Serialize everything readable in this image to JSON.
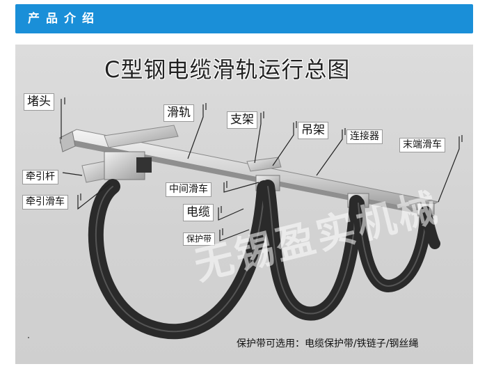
{
  "header": {
    "title": "产品介绍"
  },
  "diagram": {
    "title": "C型钢电缆滑轨运行总图",
    "labels": {
      "end_cap": "堵头",
      "rail": "滑轨",
      "bracket": "支架",
      "hanger": "吊架",
      "connector": "连接器",
      "end_trolley": "末端滑车",
      "tow_arm": "牵引杆",
      "tow_trolley": "牵引滑车",
      "middle_trolley": "中间滑车",
      "cable": "电缆",
      "protective_belt": "保护带"
    },
    "watermark": "无锡盈实机械",
    "footnote": "保护带可选用：电缆保护带/铁链子/钢丝绳"
  },
  "colors": {
    "header": "#1a8fd8",
    "panel": "#d6d6d6",
    "cable": "#2a2a2a",
    "rail": "#e6e6e6"
  }
}
